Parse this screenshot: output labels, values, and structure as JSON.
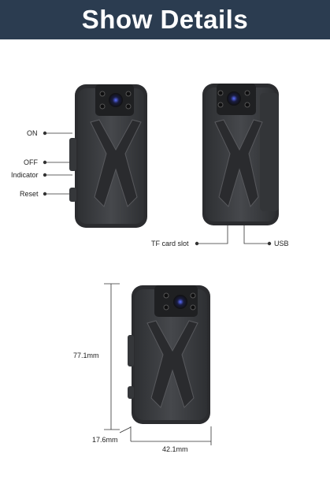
{
  "header": {
    "title": "Show Details"
  },
  "callouts": {
    "on": "ON",
    "off": "OFF",
    "indicator": "Indicator",
    "reset": "Reset",
    "tf_card_slot": "TF card slot",
    "usb": "USB"
  },
  "dimensions": {
    "height": "77.1mm",
    "depth": "17.6mm",
    "width": "42.1mm"
  },
  "colors": {
    "banner": "#2b3c50",
    "device_body": "#3f4144",
    "device_dark": "#2b2c2f"
  }
}
